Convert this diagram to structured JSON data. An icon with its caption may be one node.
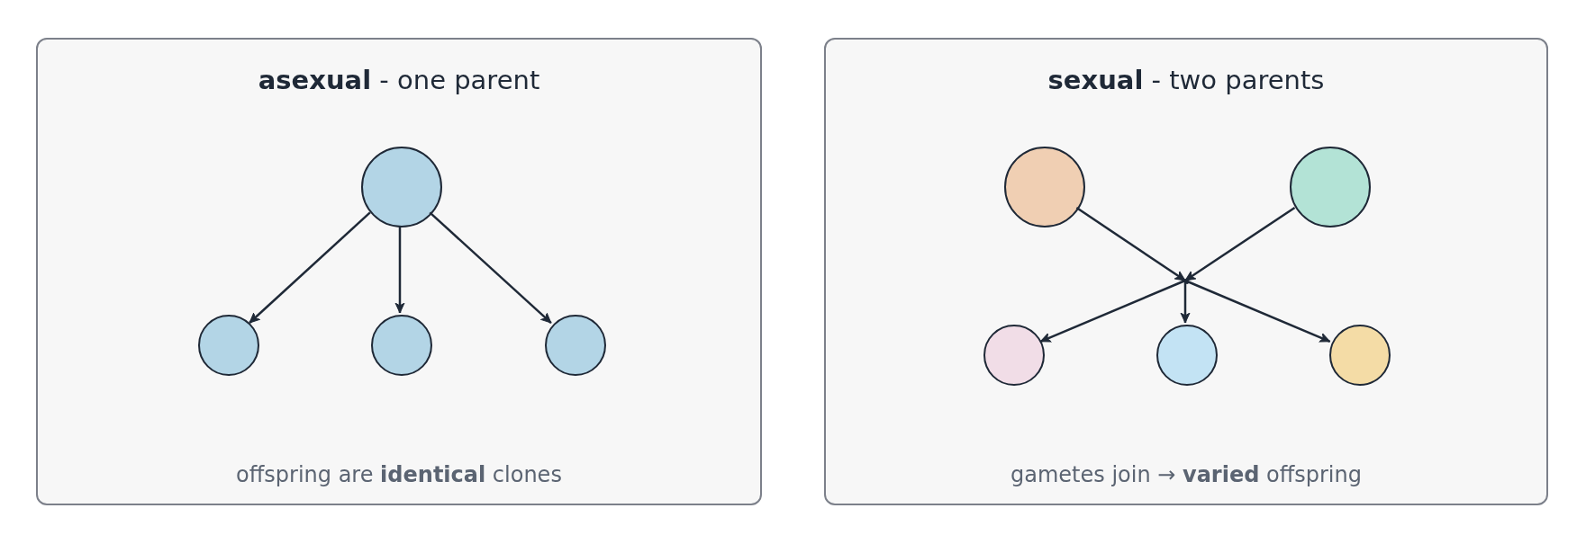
{
  "diagram": {
    "nodes": [
      {
        "text": [
          "**asexual** - one parent",
          "offspring are **identical** clones"
        ]
      },
      {
        "text": [],
        "shape": "circle",
        "in": 0
      },
      {
        "text": [],
        "shape": "circle",
        "in": 0
      },
      {
        "text": [],
        "shape": "circle",
        "in": 0
      },
      {
        "text": [],
        "shape": "circle",
        "in": 0
      },
      {
        "text": [
          "**sexual** - two parents",
          "gametes join → **varied** offspring"
        ]
      },
      {
        "text": [],
        "shape": "circle",
        "in": 5
      },
      {
        "text": [],
        "shape": "circle",
        "in": 5
      },
      {
        "text": [],
        "shape": "dot",
        "in": 5
      },
      {
        "text": [],
        "shape": "circle",
        "in": 5
      },
      {
        "text": [],
        "shape": "circle",
        "in": 5
      },
      {
        "text": [],
        "shape": "circle",
        "in": 5
      }
    ],
    "edges": [
      {
        "from": 1,
        "to": 2,
        "arrow": "to"
      },
      {
        "from": 1,
        "to": 3,
        "arrow": "to"
      },
      {
        "from": 1,
        "to": 4,
        "arrow": "to"
      },
      {
        "from": 6,
        "to": 8,
        "arrow": "to"
      },
      {
        "from": 7,
        "to": 8,
        "arrow": "to"
      },
      {
        "from": 8,
        "to": 9,
        "arrow": "to"
      },
      {
        "from": 8,
        "to": 10,
        "arrow": "to"
      },
      {
        "from": 8,
        "to": 11,
        "arrow": "to"
      }
    ]
  }
}
